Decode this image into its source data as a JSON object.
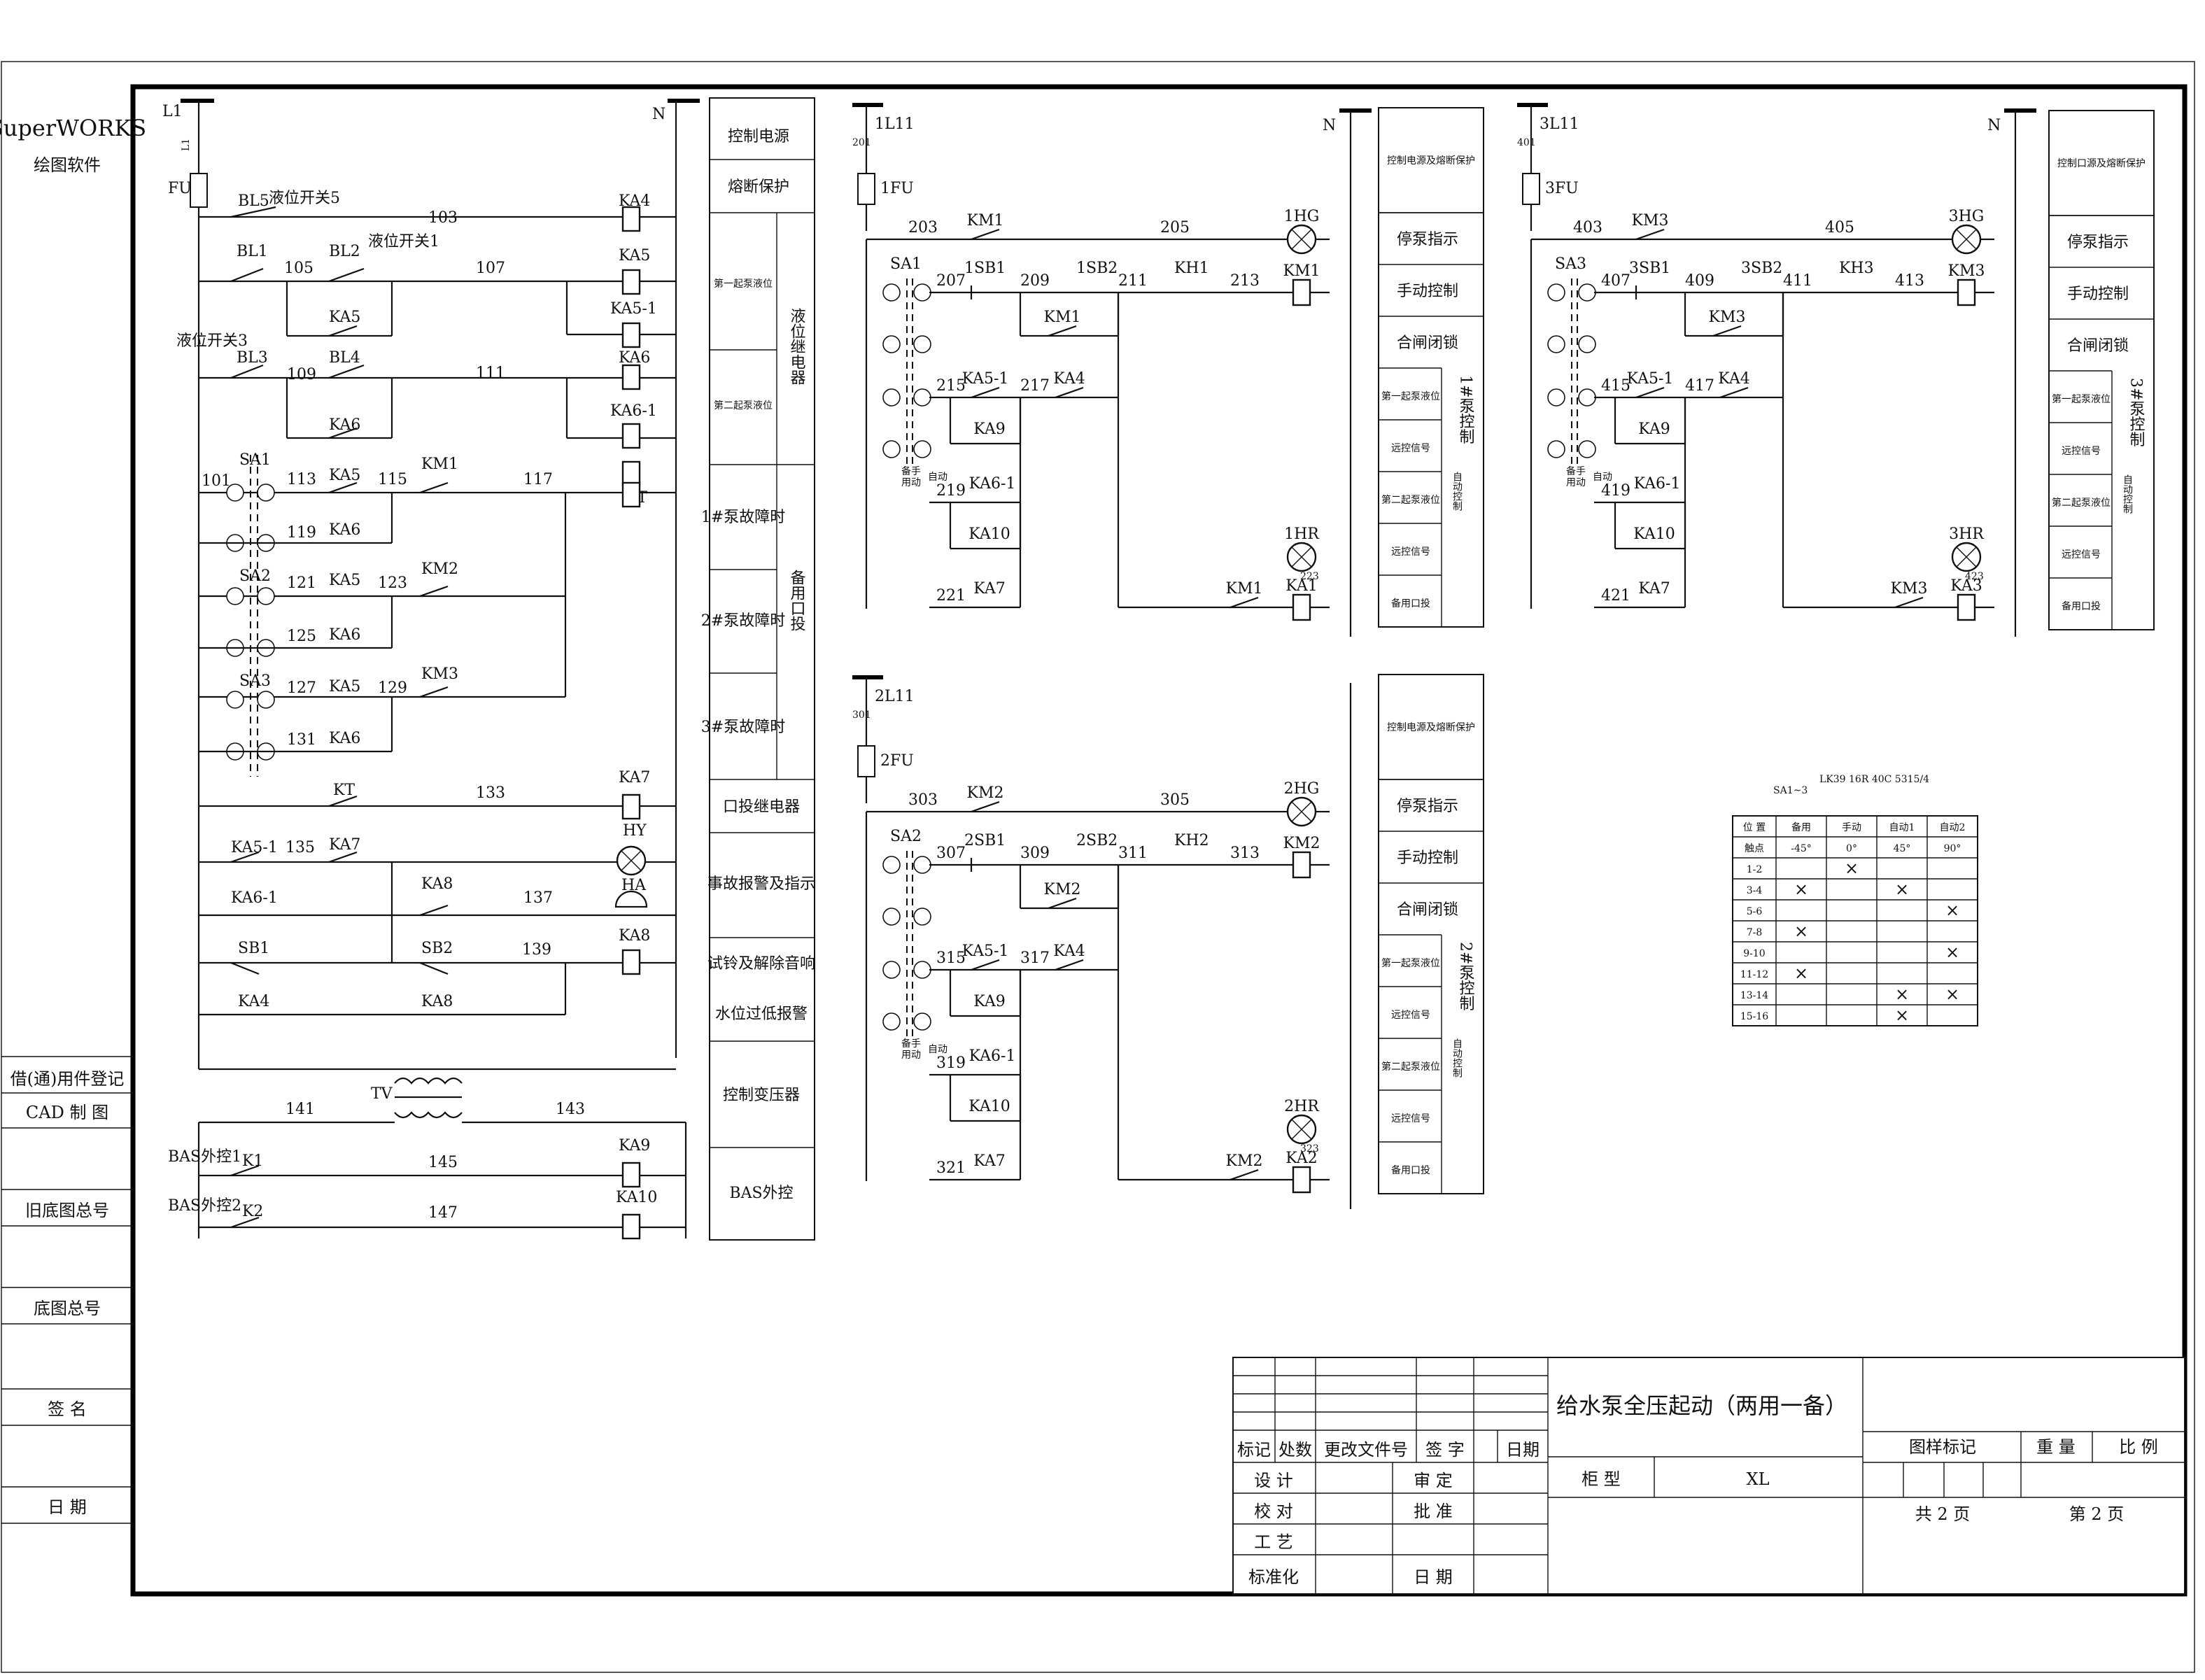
{
  "software": {
    "name": "SuperWORKS",
    "subtitle": "绘图软件"
  },
  "left_column": [
    "借(通)用件登记",
    "CAD 制 图",
    "旧底图总号",
    "底图总号",
    "签 名",
    "日 期"
  ],
  "buses": {
    "l1": "L1",
    "n": "N",
    "l11_1": "1L11",
    "l11_2": "2L11",
    "l11_3": "3L11",
    "n1": "N",
    "n2": "N",
    "n3": "N"
  },
  "main_circuit": {
    "fuse": "FU",
    "l1_wire": "L1",
    "labels": {
      "bl5": "BL5",
      "bl5_text": "液位开关5",
      "w103": "103",
      "ka4": "KA4",
      "bl1": "BL1",
      "w105": "105",
      "bl2": "BL2",
      "bl2_text": "液位开关1",
      "w107": "107",
      "ka5": "KA5",
      "ka5_c": "KA5",
      "ka5_1": "KA5-1",
      "bl3_text": "液位开关3",
      "bl3": "BL3",
      "w109": "109",
      "bl4": "BL4",
      "w111": "111",
      "ka6": "KA6",
      "ka6_c": "KA6",
      "ka6_1": "KA6-1",
      "w101": "101",
      "sa1": "SA1",
      "w113": "113",
      "ka5_a": "KA5",
      "w115": "115",
      "km1": "KM1",
      "w117": "117",
      "kt": "KT",
      "w119": "119",
      "ka6_a": "KA6",
      "sa2": "SA2",
      "w121": "121",
      "ka5_b": "KA5",
      "w123": "123",
      "km2": "KM2",
      "w125": "125",
      "ka6_b": "KA6",
      "sa3": "SA3",
      "w127": "127",
      "ka5_d": "KA5",
      "w129": "129",
      "km3": "KM3",
      "w131": "131",
      "ka6_d": "KA6",
      "kt_c": "KT",
      "w133": "133",
      "ka7": "KA7",
      "ka5_1b": "KA5-1",
      "w135": "135",
      "ka7_c": "KA7",
      "hy": "HY",
      "ka6_1b": "KA6-1",
      "ka8_c": "KA8",
      "w137": "137",
      "ha": "HA",
      "sb1": "SB1",
      "sb2": "SB2",
      "w139": "139",
      "ka8": "KA8",
      "ka4_c": "KA4",
      "ka8_c2": "KA8",
      "tv": "TV",
      "w141": "141",
      "w143": "143",
      "bas1": "BAS外控1",
      "k1": "K1",
      "w145": "145",
      "ka9": "KA9",
      "bas2": "BAS外控2",
      "k2": "K2",
      "w147": "147",
      "ka10": "KA10"
    }
  },
  "function_column_1": {
    "items": [
      "控制电源",
      "熔断保护",
      "第一起泵液位",
      "第二起泵液位",
      "1#泵故障时",
      "2#泵故障时",
      "3#泵故障时",
      "口投继电器",
      "事故报警及指示",
      "试铃及解除音响",
      "水位过低报警",
      "控制变压器",
      "BAS外控"
    ],
    "group_level": "液位继电器",
    "group_backup": "备用口投"
  },
  "pump_circuits": [
    {
      "bus": "1L11",
      "wire_top": "201",
      "fuse": "1FU",
      "sa": "SA1",
      "km": "KM1",
      "sb_stop": "1SB1",
      "sb_start": "1SB2",
      "kh": "KH1",
      "hg": "1HG",
      "hr": "1HR",
      "ka": "KA1",
      "w": [
        "203",
        "205",
        "207",
        "209",
        "211",
        "213",
        "215",
        "217",
        "219",
        "221",
        "223"
      ],
      "mode": [
        "备手",
        "用动",
        "自动"
      ]
    },
    {
      "bus": "2L11",
      "wire_top": "301",
      "fuse": "2FU",
      "sa": "SA2",
      "km": "KM2",
      "sb_stop": "2SB1",
      "sb_start": "2SB2",
      "kh": "KH2",
      "hg": "2HG",
      "hr": "2HR",
      "ka": "KA2",
      "w": [
        "303",
        "305",
        "307",
        "309",
        "311",
        "313",
        "315",
        "317",
        "319",
        "321",
        "323"
      ],
      "mode": [
        "备手",
        "用动",
        "自动"
      ]
    },
    {
      "bus": "3L11",
      "wire_top": "401",
      "fuse": "3FU",
      "sa": "SA3",
      "km": "KM3",
      "sb_stop": "3SB1",
      "sb_start": "3SB2",
      "kh": "KH3",
      "hg": "3HG",
      "hr": "3HR",
      "ka": "KA3",
      "w": [
        "403",
        "405",
        "407",
        "409",
        "411",
        "413",
        "415",
        "417",
        "419",
        "421",
        "423"
      ],
      "mode": [
        "备手",
        "用动",
        "自动"
      ]
    }
  ],
  "pump_contacts": {
    "ka4": "KA4",
    "ka5_1": "KA5-1",
    "ka9": "KA9",
    "ka6_1": "KA6-1",
    "ka10": "KA10",
    "ka7": "KA7"
  },
  "pump_function_panels": [
    {
      "header": "控制电源及熔断保护",
      "items": [
        "停泵指示",
        "手动控制",
        "合闸闭锁",
        "第一起泵液位",
        "远控信号",
        "第二起泵液位",
        "远控信号",
        "备用口投"
      ],
      "side": "1#泵控制",
      "side2": "自动控制"
    },
    {
      "header": "控制电源及熔断保护",
      "items": [
        "停泵指示",
        "手动控制",
        "合闸闭锁",
        "第一起泵液位",
        "远控信号",
        "第二起泵液位",
        "远控信号",
        "备用口投"
      ],
      "side": "2#泵控制",
      "side2": "自动控制"
    },
    {
      "header": "控制口源及熔断保护",
      "items": [
        "停泵指示",
        "手动控制",
        "合闸闭锁",
        "第一起泵液位",
        "远控信号",
        "第二起泵液位",
        "远控信号",
        "备用口投"
      ],
      "side": "3#泵控制",
      "side2": "自动控制"
    }
  ],
  "switch_table": {
    "title": "SA1~3",
    "model": "LK39 16R 40C 5315/4",
    "header_row1": [
      "位 置",
      "备用",
      "手动",
      "自动1",
      "自动2"
    ],
    "header_row2": [
      "触点",
      "-45°",
      "0°",
      "45°",
      "90°"
    ],
    "rows": [
      {
        "contact": "1-2",
        "marks": [
          "",
          "×",
          "",
          ""
        ]
      },
      {
        "contact": "3-4",
        "marks": [
          "×",
          "",
          "×",
          ""
        ]
      },
      {
        "contact": "5-6",
        "marks": [
          "",
          "",
          "",
          "×"
        ]
      },
      {
        "contact": "7-8",
        "marks": [
          "×",
          "",
          "",
          ""
        ]
      },
      {
        "contact": "9-10",
        "marks": [
          "",
          "",
          "",
          "×"
        ]
      },
      {
        "contact": "11-12",
        "marks": [
          "×",
          "",
          "",
          ""
        ]
      },
      {
        "contact": "13-14",
        "marks": [
          "",
          "",
          "×",
          "×"
        ]
      },
      {
        "contact": "15-16",
        "marks": [
          "",
          "",
          "×",
          ""
        ]
      }
    ]
  },
  "title_block": {
    "title": "给水泵全压起动（两用一备）",
    "cabinet_label": "柜 型",
    "cabinet_value": "XL",
    "headers": [
      "标记",
      "处数",
      "更改文件号",
      "签 字",
      "日期"
    ],
    "roles_left": [
      "设 计",
      "校 对",
      "工 艺",
      "标准化"
    ],
    "roles_right": [
      "审 定",
      "批 准",
      "",
      "日 期"
    ],
    "sample_mark": "图样标记",
    "weight": "重 量",
    "scale": "比 例",
    "total_pages": "共 2 页",
    "page_no": "第 2 页"
  }
}
